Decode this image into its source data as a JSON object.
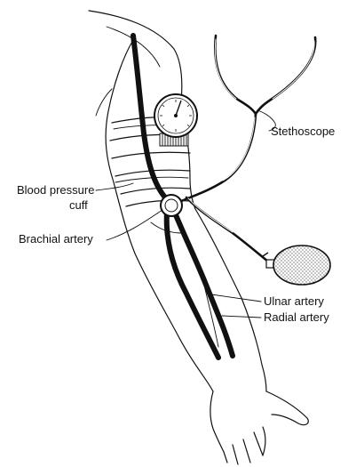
{
  "diagram": {
    "labels": {
      "stethoscope": "Stethoscope",
      "cuff_line1": "Blood pressure",
      "cuff_line2": "cuff",
      "brachial": "Brachial artery",
      "ulnar": "Ulnar artery",
      "radial": "Radial artery"
    },
    "icons": {
      "arm": "arm-outline-icon",
      "gauge": "pressure-gauge-icon",
      "stethoscope": "stethoscope-icon",
      "bulb": "inflation-bulb-icon"
    },
    "colors": {
      "ink": "#111111",
      "background": "#ffffff"
    }
  }
}
